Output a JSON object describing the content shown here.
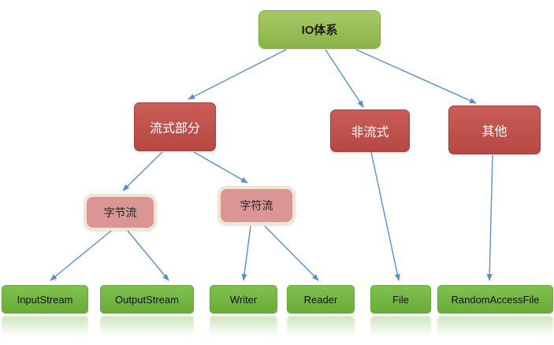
{
  "diagram": {
    "type": "tree",
    "nodes": {
      "io": {
        "label": "IO体系",
        "level": 1
      },
      "stream": {
        "label": "流式部分",
        "level": 2
      },
      "nonstream": {
        "label": "非流式",
        "level": 2
      },
      "other": {
        "label": "其他",
        "level": 2
      },
      "bytestream": {
        "label": "字节流",
        "level": 3
      },
      "charstream": {
        "label": "字符流",
        "level": 3
      },
      "inputstream": {
        "label": "InputStream",
        "level": 4
      },
      "outputstream": {
        "label": "OutputStream",
        "level": 4
      },
      "writer": {
        "label": "Writer",
        "level": 4
      },
      "reader": {
        "label": "Reader",
        "level": 4
      },
      "file": {
        "label": "File",
        "level": 4
      },
      "randomaccessfile": {
        "label": "RandomAccessFile",
        "level": 4
      }
    },
    "edges": [
      {
        "from": "IO体系",
        "to": "流式部分"
      },
      {
        "from": "IO体系",
        "to": "非流式"
      },
      {
        "from": "IO体系",
        "to": "其他"
      },
      {
        "from": "流式部分",
        "to": "字节流"
      },
      {
        "from": "流式部分",
        "to": "字符流"
      },
      {
        "from": "字节流",
        "to": "InputStream"
      },
      {
        "from": "字节流",
        "to": "OutputStream"
      },
      {
        "from": "字符流",
        "to": "Writer"
      },
      {
        "from": "字符流",
        "to": "Reader"
      },
      {
        "from": "非流式",
        "to": "File"
      },
      {
        "from": "其他",
        "to": "RandomAccessFile"
      }
    ],
    "colors": {
      "root_fill": "#94BB51",
      "branch_fill": "#C0504D",
      "subbranch_fill": "#D99694",
      "subbranch_border": "#EEE7D5",
      "leaf_fill": "#74B843",
      "arrow": "#5B8FC9",
      "branch_text": "#FFFFFF",
      "node_text": "#1C1C1C"
    }
  }
}
